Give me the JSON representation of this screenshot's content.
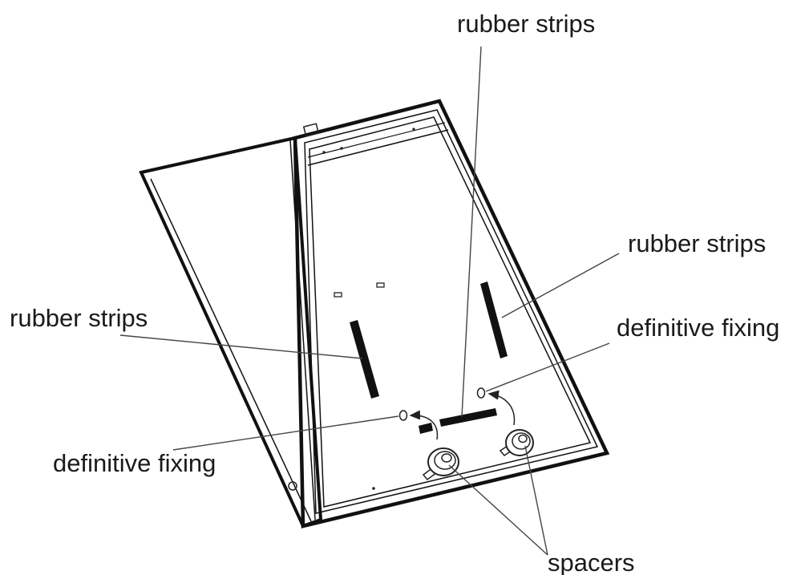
{
  "labels": {
    "rubber_strips_top": "rubber strips",
    "rubber_strips_right": "rubber strips",
    "rubber_strips_left": "rubber strips",
    "definitive_fixing_right": "definitive fixing",
    "definitive_fixing_left": "definitive fixing",
    "spacers": "spacers"
  }
}
